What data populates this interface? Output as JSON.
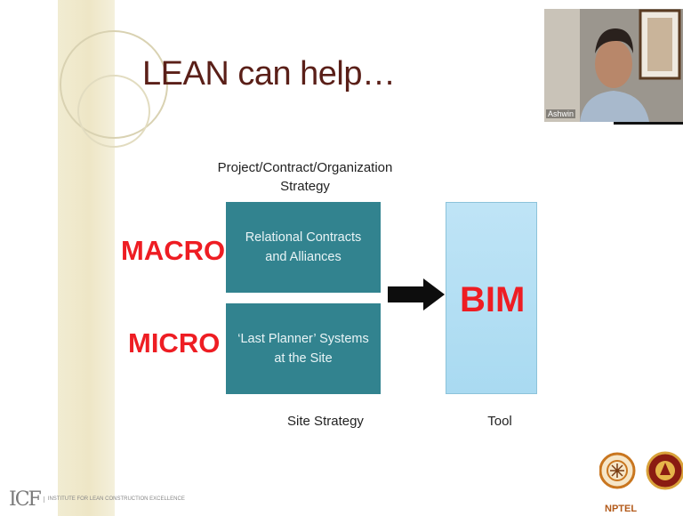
{
  "slide": {
    "title": "LEAN can help…",
    "top_label": "Project/Contract/Organization Strategy",
    "macro_label": "MACRO",
    "micro_label": "MICRO",
    "macro_box_text": "Relational Contracts and Alliances",
    "micro_box_text": "‘Last Planner’ Systems at the Site",
    "bim_label": "BIM",
    "bottom_left_label": "Site Strategy",
    "bottom_right_label": "Tool"
  },
  "video_overlay": {
    "participant_name": "Ashwin"
  },
  "footer": {
    "icf_mark": "ICF",
    "icf_caption": "INSTITUTE FOR LEAN CONSTRUCTION EXCELLENCE",
    "nptel_label": "NPTEL"
  },
  "colors": {
    "box_fill": "#32838f",
    "accent_red": "#ee1d23",
    "bim_fill": "#bfe4f6",
    "title_color": "#5a1f18"
  }
}
